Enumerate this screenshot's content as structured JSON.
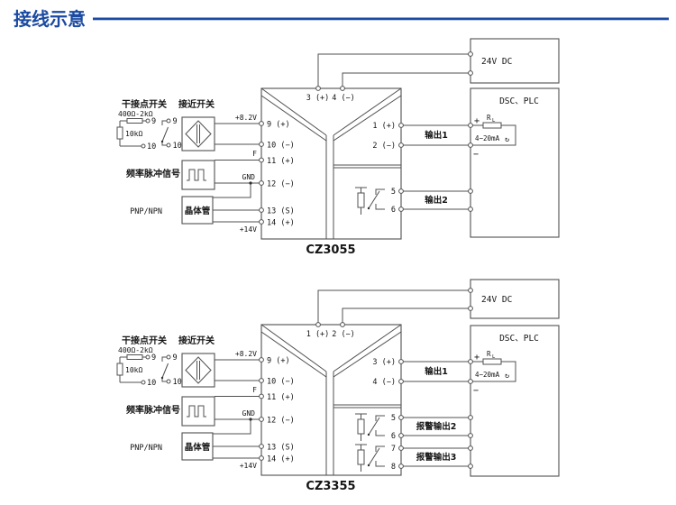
{
  "title": {
    "text": "接线示意"
  },
  "colors": {
    "accent": "#1b4aa2",
    "wire": "#505050"
  },
  "common": {
    "dry_contact_switch": "干接点开关",
    "proximity_switch": "接近开关",
    "resistor_range": "400Ω-2kΩ",
    "resistor_shunt": "10kΩ",
    "node9": "9",
    "node10": "10",
    "supply_82": "+8.2V",
    "freq_signal": "频率脉冲信号",
    "f": "F",
    "gnd": "GND",
    "pnp_npn": "PNP/NPN",
    "transistor": "晶体管",
    "supply_14": "+14V",
    "left_terminals": [
      "9 (+)",
      "10 (−)",
      "11 (+)",
      "12 (−)",
      "13 (S)",
      "14 (+)"
    ],
    "power": "24V DC",
    "plc": "DSC、PLC",
    "plus": "+",
    "minus": "−",
    "load_r": "R",
    "load_r_sub": "L",
    "loop_label": "4−20mA",
    "loop_arrow": "↻"
  },
  "diagram1": {
    "model": "CZ3055",
    "top_terminals": [
      "3 (+)",
      "4 (−)"
    ],
    "right_terminals": [
      "1 (+)",
      "2 (−)",
      "5",
      "6"
    ],
    "output1": "输出1",
    "output2": "输出2"
  },
  "diagram2": {
    "model": "CZ3355",
    "top_terminals": [
      "1 (+)",
      "2 (−)"
    ],
    "right_terminals": [
      "3 (+)",
      "4 (−)",
      "5",
      "6",
      "7",
      "8"
    ],
    "output1": "输出1",
    "alarm2": "报警输出2",
    "alarm3": "报警输出3"
  }
}
